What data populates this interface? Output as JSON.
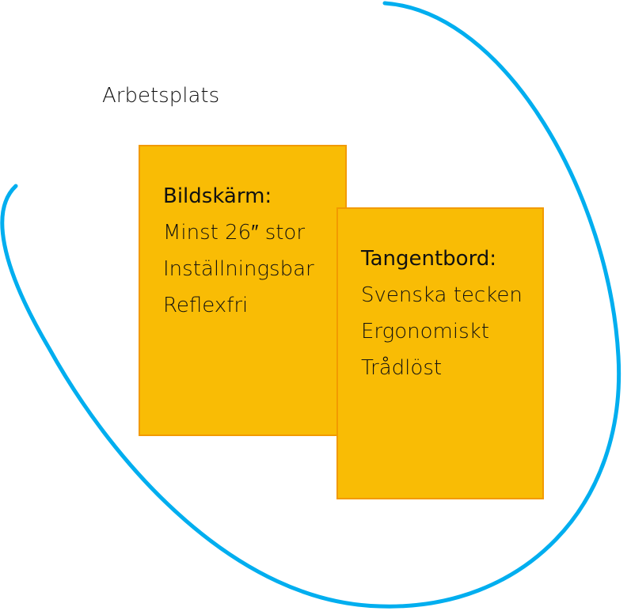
{
  "title": "Arbetsplats",
  "colors": {
    "curve": "#00AEEF",
    "card_fill": "#F9BC05",
    "card_border": "#F29A00"
  },
  "cards": [
    {
      "heading": "Bildskärm:",
      "items": [
        "Minst 26″ stor",
        "Inställningsbar",
        "Reflexfri"
      ]
    },
    {
      "heading": "Tangentbord:",
      "items": [
        "Svenska tecken",
        "Ergonomiskt",
        "Trådlöst"
      ]
    }
  ]
}
